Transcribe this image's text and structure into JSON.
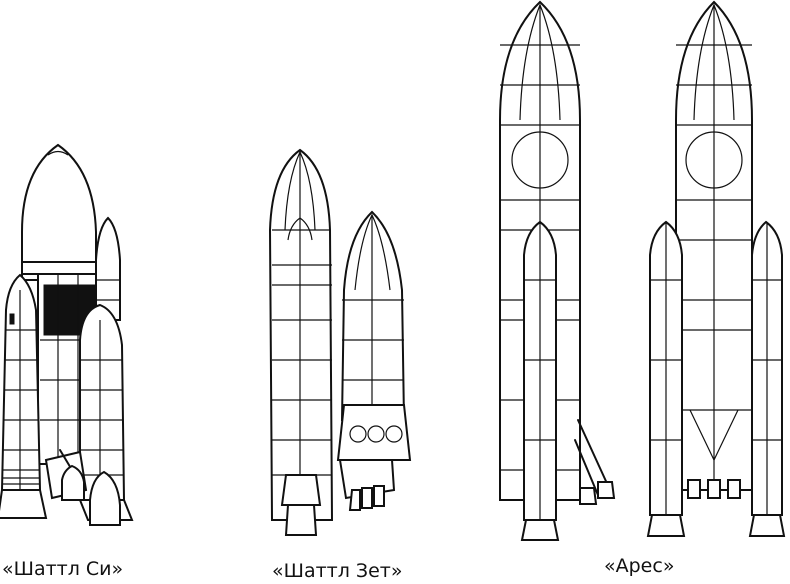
{
  "figures": [
    {
      "id": "shuttle-c",
      "caption": "«Шаттл Си»"
    },
    {
      "id": "shuttle-z",
      "caption": "«Шаттл Зет»"
    },
    {
      "id": "ares",
      "caption": "«Арес»"
    }
  ]
}
